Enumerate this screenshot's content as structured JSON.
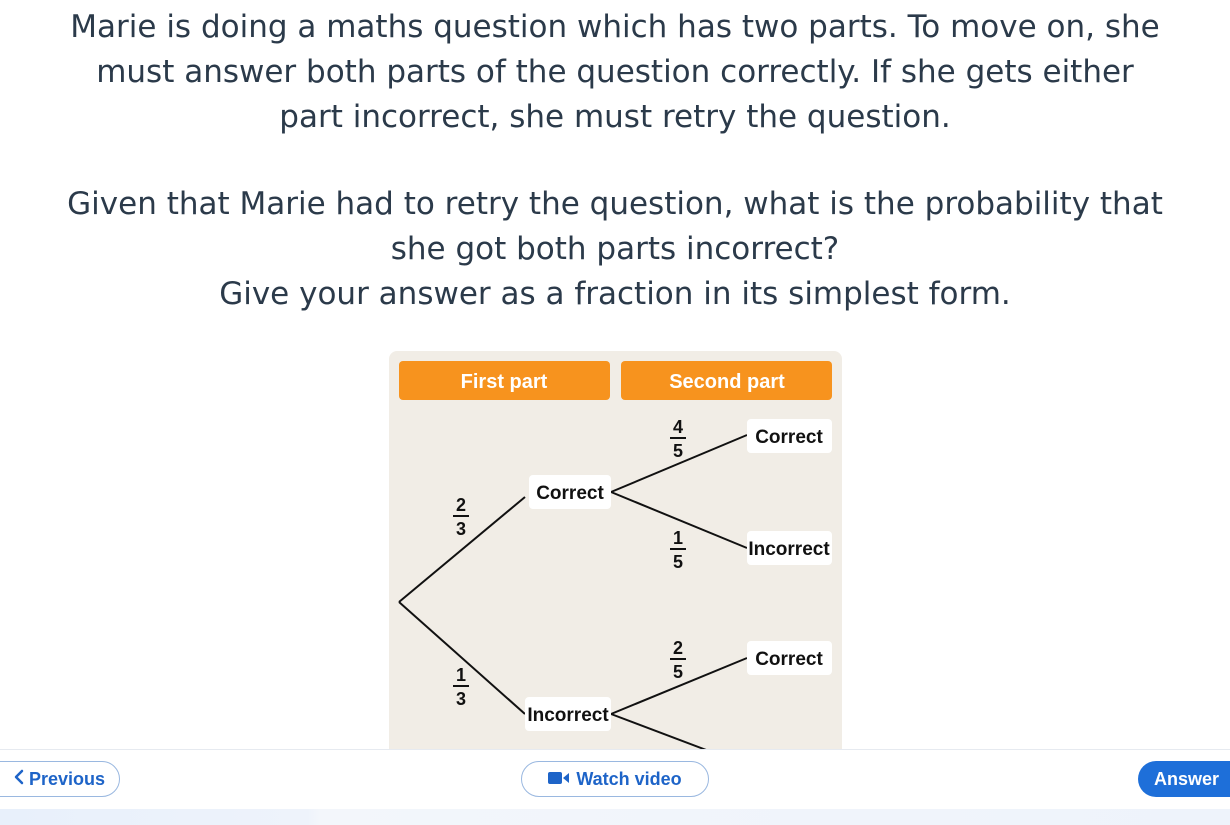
{
  "question": {
    "line1": "Marie is doing a maths question which has two parts. To move on, she",
    "line2": "must answer both parts of the question correctly. If she gets either",
    "line3": "part incorrect, she must retry the question.",
    "line4": "Given that Marie had to retry the question, what is the probability that",
    "line5": "she got both parts incorrect?",
    "line6": "Give your answer as a fraction in its simplest form."
  },
  "diagram": {
    "header_first": "First part",
    "header_second": "Second part",
    "first_branches": [
      {
        "label": "Correct",
        "prob_num": "2",
        "prob_den": "3"
      },
      {
        "label": "Incorrect",
        "prob_num": "1",
        "prob_den": "3"
      }
    ],
    "second_branches_after_correct": [
      {
        "label": "Correct",
        "prob_num": "4",
        "prob_den": "5"
      },
      {
        "label": "Incorrect",
        "prob_num": "1",
        "prob_den": "5"
      }
    ],
    "second_branches_after_incorrect": [
      {
        "label": "Correct",
        "prob_num": "2",
        "prob_den": "5"
      }
    ],
    "header_color": "#f7931e",
    "background_color": "#f1ede6"
  },
  "nav": {
    "previous_label": "Previous",
    "watch_label": "Watch video",
    "answer_label": "Answer",
    "accent_color": "#1e6fd9"
  }
}
